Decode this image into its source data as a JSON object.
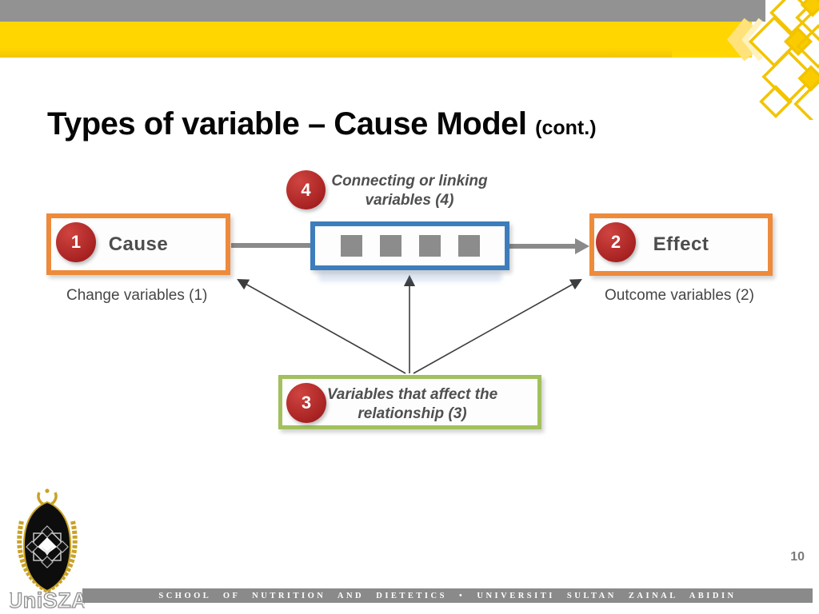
{
  "slide": {
    "title": "Types of variable – Cause Model",
    "title_suffix": "(cont.)",
    "page_number": "10",
    "footer": "SCHOOL OF NUTRITION AND DIETETICS • UNIVERSITI SULTAN ZAINAL ABIDIN",
    "logo_wordmark": "UniSZA"
  },
  "diagram": {
    "cause": {
      "number": "1",
      "label": "Cause",
      "caption": "Change variables (1)"
    },
    "effect": {
      "number": "2",
      "label": "Effect",
      "caption": "Outcome variables (2)"
    },
    "linking": {
      "number": "4",
      "label": "Connecting or linking\nvariables (4)",
      "square_count": 4
    },
    "affecting": {
      "number": "3",
      "label": "Variables that affect the\nrelationship (3)"
    }
  },
  "colors": {
    "header_gray": "#929292",
    "header_yellow": "#FFD600",
    "accent_orange": "#EE8A3B",
    "accent_blue": "#3D7DBC",
    "accent_green": "#A2C05E",
    "badge_red": "#B02A26",
    "connector_gray": "#8A8A8A",
    "footer_gray": "#8A8A8A"
  }
}
